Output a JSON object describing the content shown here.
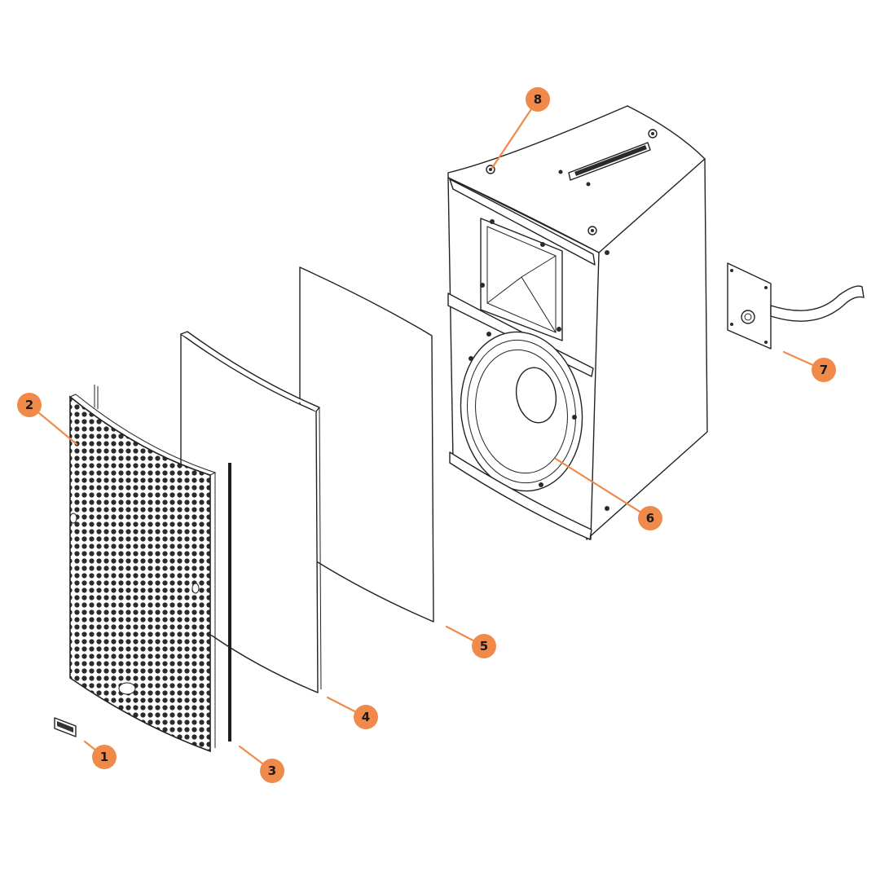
{
  "diagram": {
    "colors": {
      "callout": "#f08a4b",
      "ink": "#222222",
      "background": "#ffffff"
    },
    "parts": [
      {
        "number": "1",
        "icon": "badge-logo"
      },
      {
        "number": "2",
        "icon": "perforated-grille"
      },
      {
        "number": "3",
        "icon": "gasket-strip"
      },
      {
        "number": "4",
        "icon": "foam-sheet"
      },
      {
        "number": "5",
        "icon": "cloth-sheet"
      },
      {
        "number": "6",
        "icon": "woofer-driver"
      },
      {
        "number": "7",
        "icon": "connector-plate"
      },
      {
        "number": "8",
        "icon": "fly-point-insert"
      }
    ]
  }
}
